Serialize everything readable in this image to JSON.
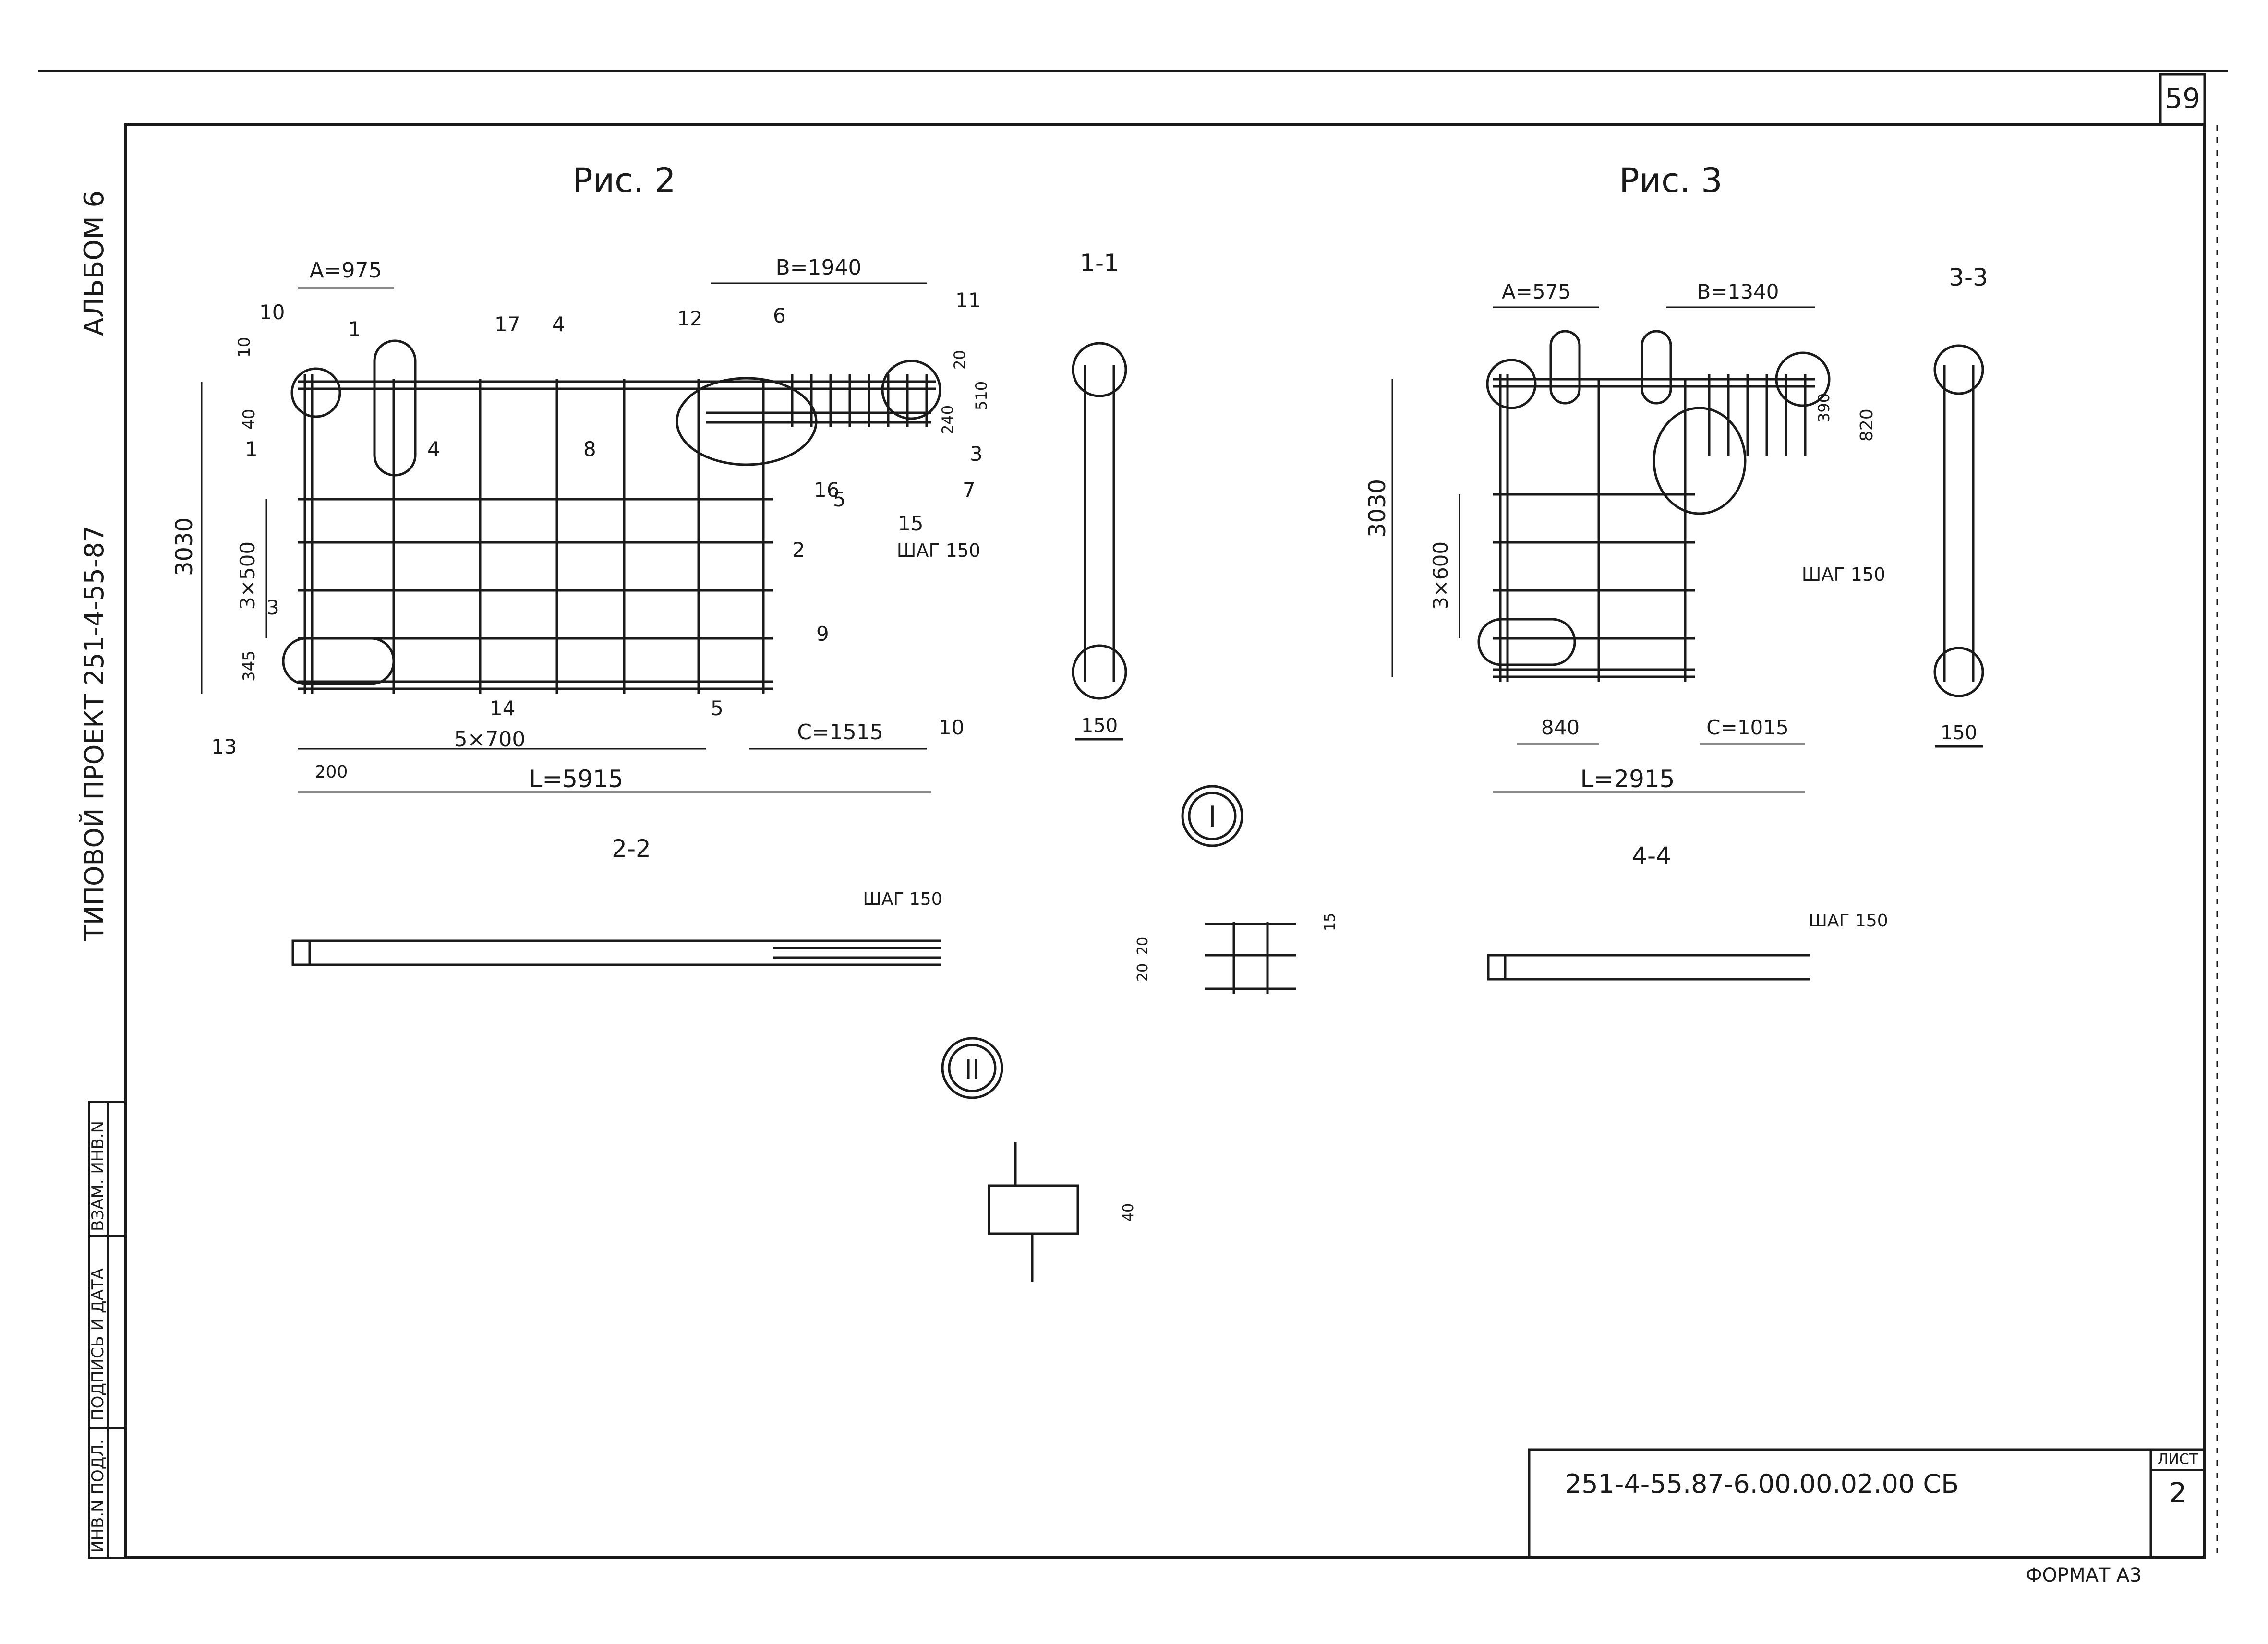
{
  "sheet": {
    "page_number": "59",
    "album": "АЛЬБОМ 6",
    "project": "ТИПОВОЙ ПРОЕКТ 251-4-55-87",
    "doc_code": "251-4-55.87-6.00.00.02.00 СБ",
    "sheet_label": "ЛИСТ",
    "sheet_number": "2",
    "format": "ФОРМАТ А3",
    "stamp": {
      "inv_podl": "ИНВ.N ПОДЛ.",
      "podpis": "ПОДПИСЬ И ДАТА",
      "vzam": "ВЗАМ. ИНВ.N"
    }
  },
  "fig2": {
    "title": "Рис. 2",
    "dim_A": "A=975",
    "dim_B": "B=1940",
    "dim_C": "C=1515",
    "dim_L": "L=5915",
    "dim_h": "3030",
    "dim_3x": "3×500",
    "dim_5x": "5×700",
    "dim_10": "10",
    "dim_40": "40",
    "dim_345": "345",
    "dim_200": "200",
    "dim_20": "20",
    "dim_240": "240",
    "dim_510": "510",
    "shag": "ШАГ 150",
    "section_label": "1-1",
    "section_width": "150",
    "marks": [
      "1",
      "2",
      "3",
      "4",
      "5",
      "6",
      "7",
      "8",
      "9",
      "10",
      "11",
      "12",
      "13",
      "14",
      "15",
      "16",
      "17"
    ]
  },
  "fig3": {
    "title": "Рис. 3",
    "dim_A": "A=575",
    "dim_B": "B=1340",
    "dim_C": "C=1015",
    "dim_L": "L=2915",
    "dim_h": "3030",
    "dim_3x": "3×600",
    "dim_840": "840",
    "dim_390": "390",
    "dim_820": "820",
    "shag": "ШАГ 150",
    "section_label": "3-3",
    "section_width": "150"
  },
  "sec22": {
    "label": "2-2",
    "shag": "ШАГ 150"
  },
  "sec44": {
    "label": "4-4",
    "shag": "ШАГ 150"
  },
  "nodeI": {
    "label": "I",
    "d15": "15",
    "d20a": "20",
    "d20b": "20"
  },
  "nodeII": {
    "label": "II",
    "d40": "40"
  }
}
